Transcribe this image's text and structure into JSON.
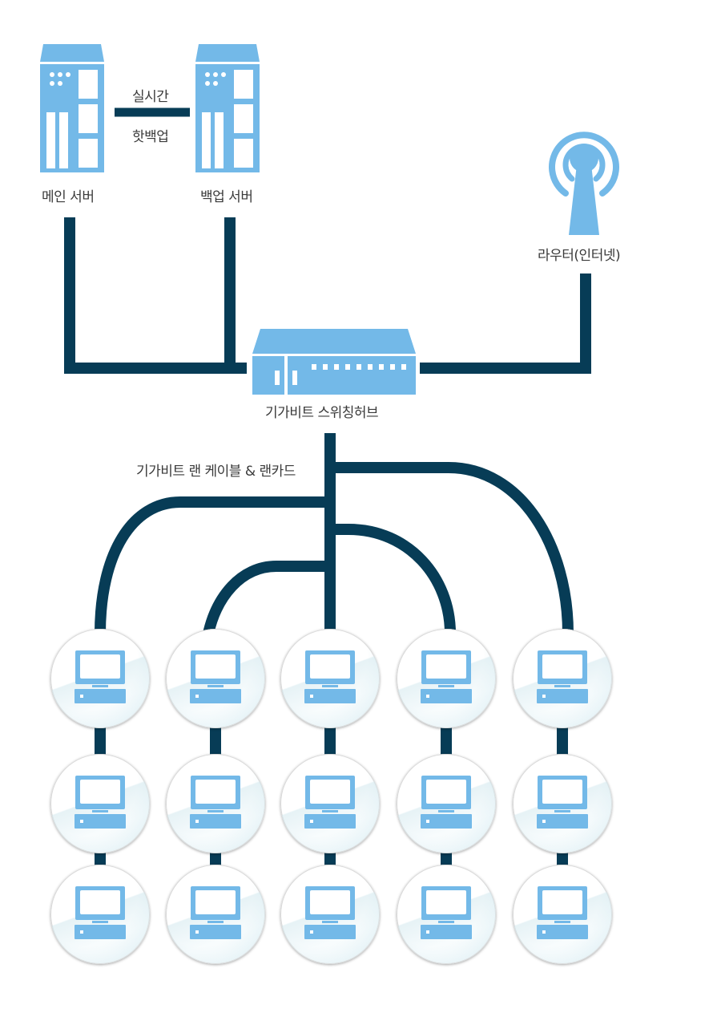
{
  "diagram": {
    "title": "네트워크 구성도",
    "colors": {
      "device": "#73b9e8",
      "cable": "#073c56",
      "text": "#3a3a3a"
    },
    "nodes": {
      "main_server": {
        "label": "메인 서버",
        "icon": "server-icon"
      },
      "backup_server": {
        "label": "백업 서버",
        "icon": "server-icon"
      },
      "router": {
        "label": "라우터(인터넷)",
        "icon": "wireless-antenna-icon"
      },
      "switch": {
        "label": "기가비트 스위칭허브",
        "icon": "network-switch-icon"
      }
    },
    "links": {
      "backup_link": {
        "line1": "실시간",
        "line2": "핫백업"
      },
      "lan_link": {
        "label": "기가비트 랜 케이블 & 랜카드"
      }
    },
    "clients": {
      "icon": "desktop-computer-icon",
      "rows": 3,
      "columns": 5,
      "count": 15
    }
  }
}
